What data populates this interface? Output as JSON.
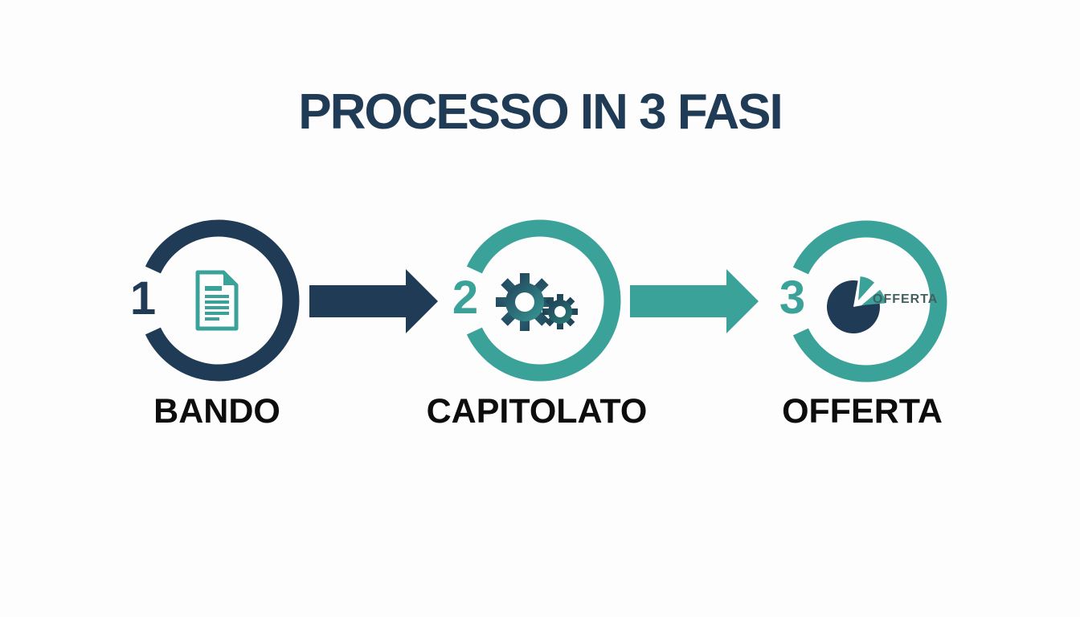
{
  "title": "PROCESSO IN 3 FASI",
  "colors": {
    "navy": "#1f3b55",
    "teal": "#3ba29a",
    "label_text": "#0d0d0d",
    "icon_caption": "#41605f",
    "background": "#fdfdfd"
  },
  "phases": [
    {
      "number": "1",
      "label": "BANDO",
      "icon": "document-icon"
    },
    {
      "number": "2",
      "label": "CAPITOLATO",
      "icon": "gears-icon"
    },
    {
      "number": "3",
      "label": "OFFERTA",
      "icon": "pie-chart-icon",
      "icon_caption": "OFFERTA"
    }
  ]
}
